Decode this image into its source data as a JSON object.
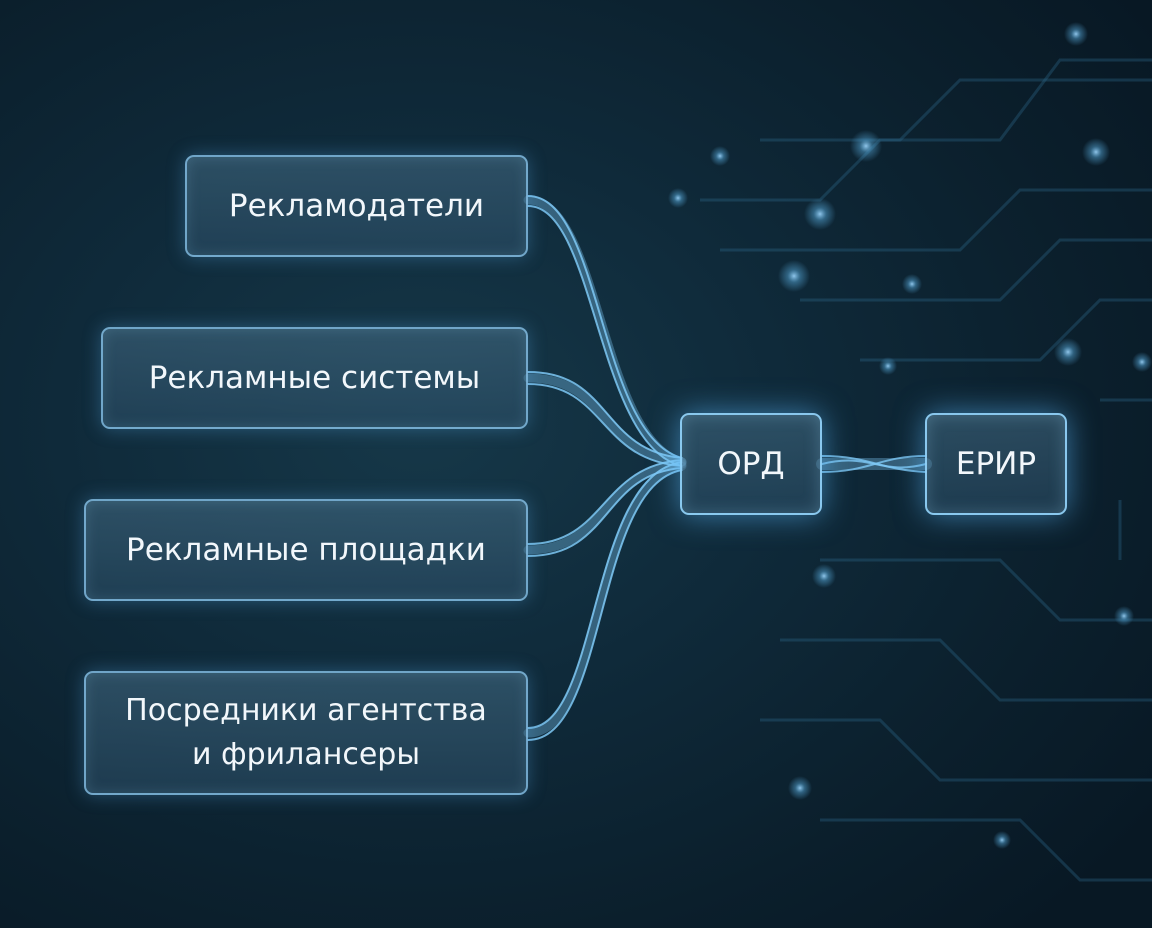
{
  "diagram": {
    "sources": [
      {
        "label": "Рекламодатели"
      },
      {
        "label": "Рекламные системы"
      },
      {
        "label": "Рекламные площадки"
      },
      {
        "label": "Посредники агентства\nи фрилансеры"
      }
    ],
    "hub": {
      "label": "ОРД"
    },
    "target": {
      "label": "ЕРИР"
    }
  },
  "colors": {
    "background": "#0f2a3a",
    "flow": "#7ec8f5",
    "node_border": "#8cc8f0",
    "text": "#f2f7fb"
  }
}
